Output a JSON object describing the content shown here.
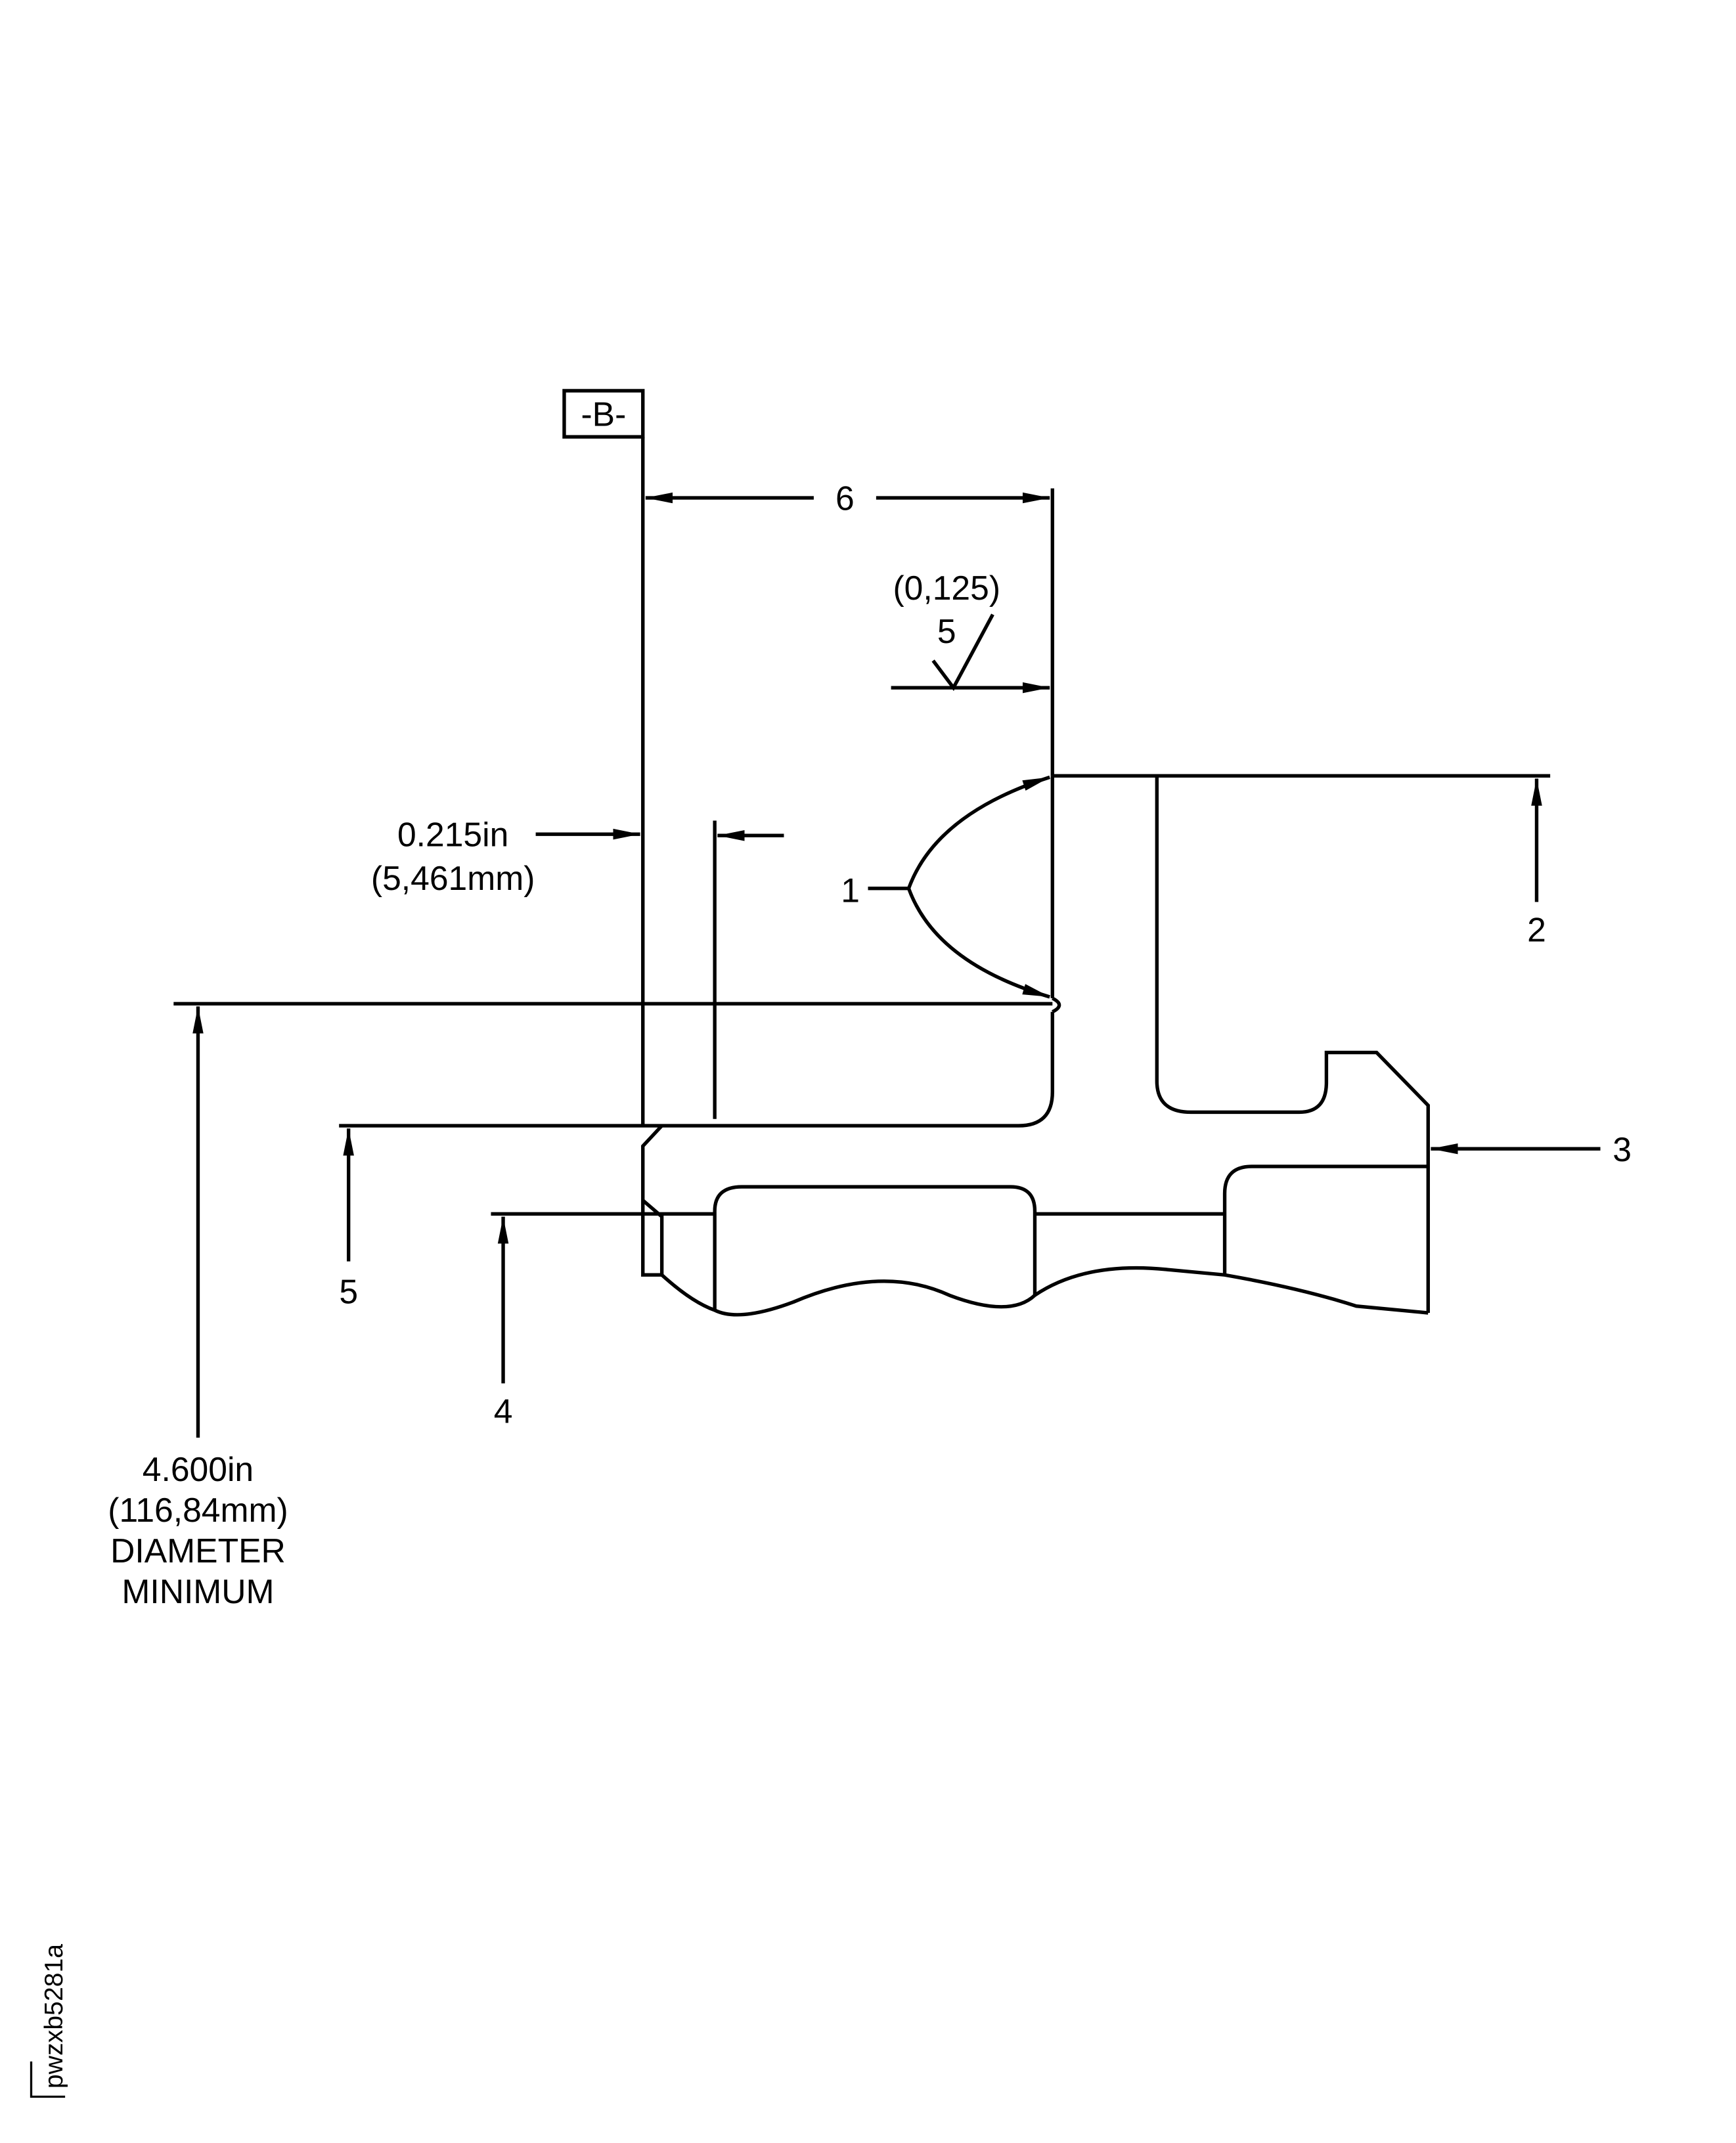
{
  "datum": {
    "label": "-B-"
  },
  "callouts": {
    "c1": "1",
    "c2": "2",
    "c3": "3",
    "c4": "4",
    "c5": "5",
    "c6": "6"
  },
  "surface_finish": {
    "value_mm": "(0,125)",
    "value": "5"
  },
  "thickness_dim": {
    "inch": "0.215in",
    "mm": "(5,461mm)"
  },
  "diameter_dim": {
    "inch": "4.600in",
    "mm": "(116,84mm)",
    "line3": "DIAMETER",
    "line4": "MINIMUM"
  },
  "figure_id": "pwzxb5281a",
  "colors": {
    "ink": "#000000",
    "background": "#ffffff"
  }
}
